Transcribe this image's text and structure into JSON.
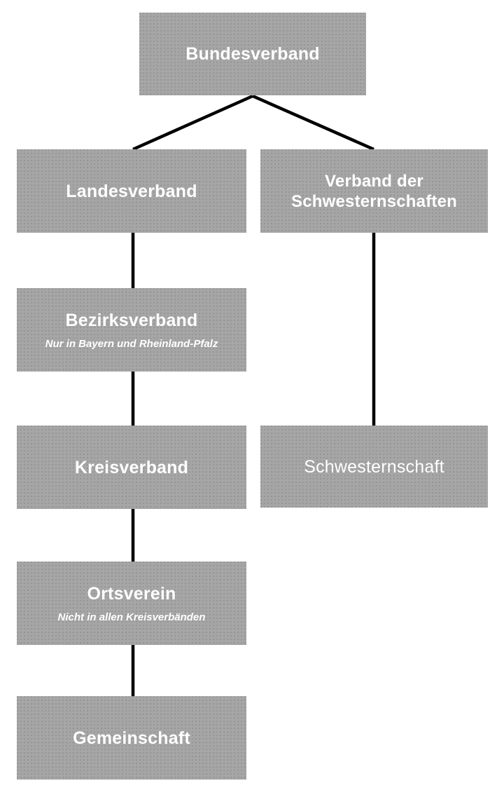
{
  "diagram": {
    "type": "organizational-hierarchy",
    "title": "",
    "colors": {
      "node_fill": "#a6a6a6",
      "node_text": "#ffffff",
      "connector": "#000000",
      "background": "#ffffff"
    },
    "nodes": [
      {
        "id": "bundesverband",
        "label": "Bundesverband",
        "subtitle": "",
        "level": 1,
        "bold": true
      },
      {
        "id": "landesverband",
        "label": "Landesverband",
        "subtitle": "",
        "level": 2,
        "bold": true
      },
      {
        "id": "verband-der-schwesternschaften",
        "label": "Verband der\nSchwesternschaften",
        "subtitle": "",
        "level": 2,
        "bold": true
      },
      {
        "id": "bezirksverband",
        "label": "Bezirksverband",
        "subtitle": "Nur in Bayern und Rheinland-Pfalz",
        "level": 3,
        "bold": true
      },
      {
        "id": "kreisverband",
        "label": "Kreisverband",
        "subtitle": "",
        "level": 4,
        "bold": true
      },
      {
        "id": "schwesternschaft",
        "label": "Schwesternschaft",
        "subtitle": "",
        "level": 4,
        "bold": false
      },
      {
        "id": "ortsverein",
        "label": "Ortsverein",
        "subtitle": "Nicht in allen Kreisverbänden",
        "level": 5,
        "bold": true
      },
      {
        "id": "gemeinschaft",
        "label": "Gemeinschaft",
        "subtitle": "",
        "level": 6,
        "bold": true
      }
    ],
    "edges": [
      {
        "from": "bundesverband",
        "to": "landesverband",
        "style": "diagonal"
      },
      {
        "from": "bundesverband",
        "to": "verband-der-schwesternschaften",
        "style": "diagonal"
      },
      {
        "from": "landesverband",
        "to": "bezirksverband",
        "style": "vertical"
      },
      {
        "from": "bezirksverband",
        "to": "kreisverband",
        "style": "vertical"
      },
      {
        "from": "kreisverband",
        "to": "ortsverein",
        "style": "vertical"
      },
      {
        "from": "ortsverein",
        "to": "gemeinschaft",
        "style": "vertical"
      },
      {
        "from": "verband-der-schwesternschaften",
        "to": "schwesternschaft",
        "style": "vertical"
      }
    ]
  }
}
